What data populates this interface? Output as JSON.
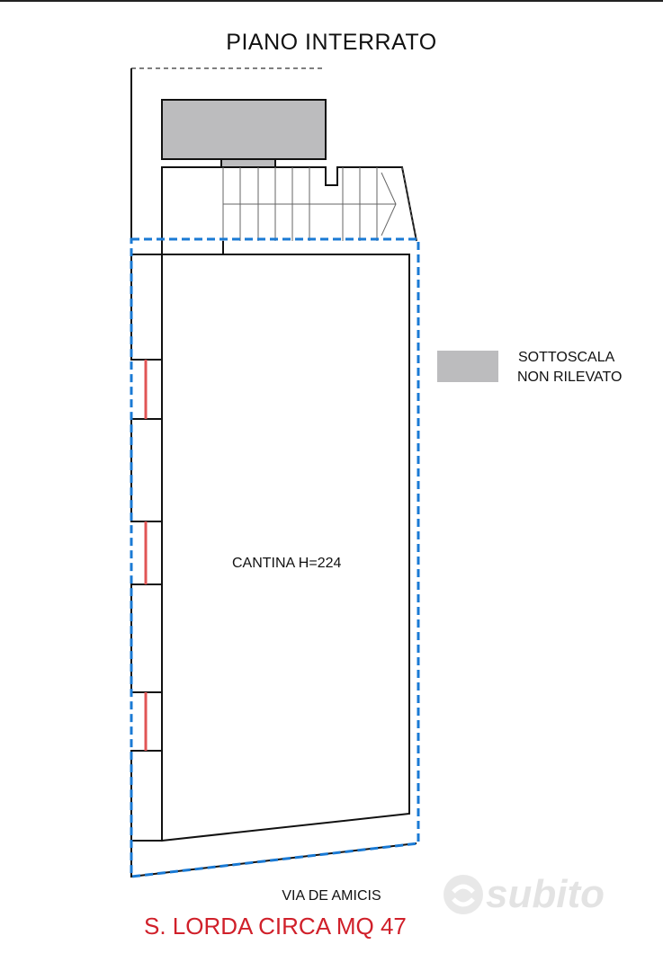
{
  "title": "PIANO INTERRATO",
  "room": {
    "label": "CANTINA H=224"
  },
  "legend": {
    "line1": "SOTTOSCALA",
    "line2": "NON RILEVATO",
    "swatch_color": "#bcbcbe"
  },
  "street": "VIA DE AMICIS",
  "area": {
    "text": "S. LORDA CIRCA MQ 47",
    "color": "#d0202a"
  },
  "watermark": "subito",
  "colors": {
    "boundary": "#1a7ad4",
    "window": "#e05555",
    "wall": "#111111",
    "sottoscala": "#bcbcbe"
  }
}
